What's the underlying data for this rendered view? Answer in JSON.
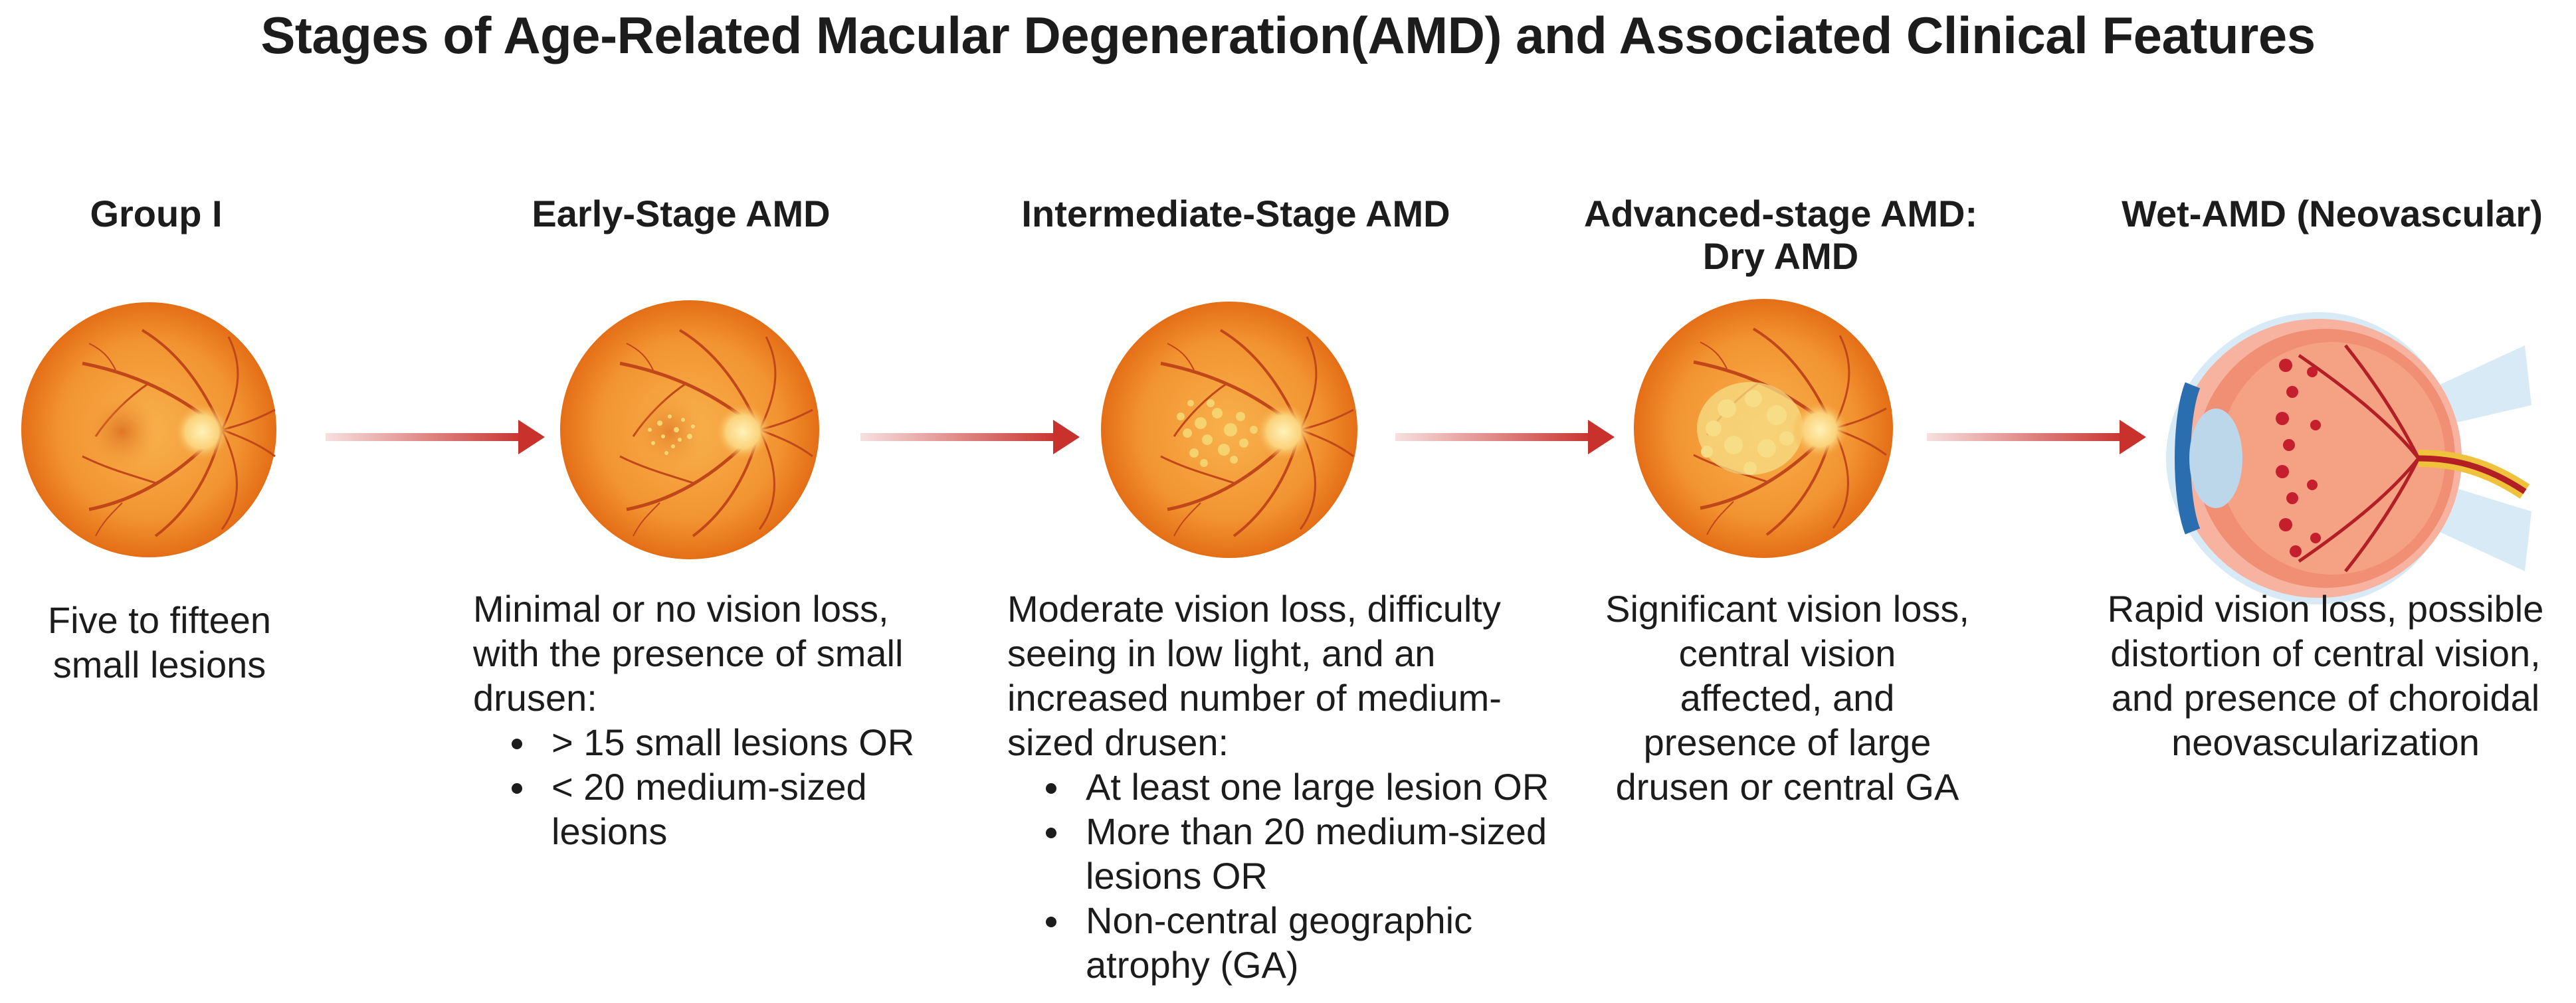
{
  "title": "Stages of Age-Related Macular Degeneration(AMD) and Associated Clinical Features",
  "colors": {
    "fundus_light": "#f6a844",
    "fundus_dark": "#e9761b",
    "vessel": "#c0471a",
    "arrow": "#c8312c",
    "drusen": "#f6d873"
  },
  "stages": [
    {
      "heading": "Group I",
      "description": "Five to fifteen small lesions",
      "desc_lines": [
        "Five to fifteen",
        "small lesions"
      ],
      "bullets": []
    },
    {
      "heading": "Early-Stage AMD",
      "desc_lines": [
        "Minimal or no vision loss,",
        "with the presence of small",
        "drusen:"
      ],
      "bullets": [
        "> 15 small lesions OR",
        "< 20 medium-sized lesions"
      ]
    },
    {
      "heading": "Intermediate-Stage AMD",
      "desc_lines": [
        "Moderate vision loss, difficulty",
        "seeing in low light, and an",
        "increased number of medium-",
        "sized drusen:"
      ],
      "bullets": [
        "At least one large lesion OR",
        "More than 20 medium-sized lesions OR",
        "Non-central geographic atrophy (GA)"
      ]
    },
    {
      "heading_lines": [
        "Advanced-stage AMD:",
        "Dry AMD"
      ],
      "desc_lines": [
        "Significant vision loss,",
        "central vision",
        "affected, and",
        "presence of large",
        "drusen or central GA"
      ],
      "bullets": []
    },
    {
      "heading": "Wet-AMD (Neovascular)",
      "desc_lines": [
        "Rapid vision loss, possible",
        "distortion of central vision,",
        "and presence of choroidal",
        "neovascularization"
      ],
      "bullets": []
    }
  ]
}
